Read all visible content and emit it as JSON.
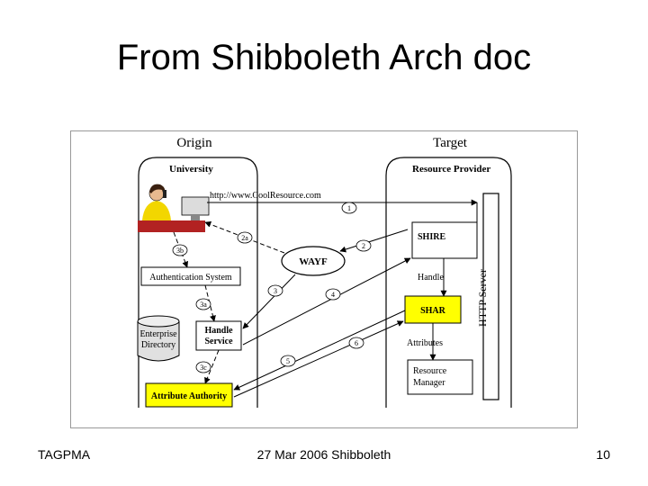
{
  "slide": {
    "title": "From Shibboleth Arch doc",
    "footer_left": "TAGPMA",
    "footer_center": "27 Mar 2006 Shibboleth",
    "footer_right": "10"
  },
  "diagram": {
    "origin_label": "Origin",
    "target_label": "Target",
    "university_label": "University",
    "resource_provider_label": "Resource Provider",
    "url_text": "http://www.CoolResource.com",
    "wayf_label": "WAYF",
    "auth_system_label": "Authentication System",
    "enterprise_directory_line1": "Enterprise",
    "enterprise_directory_line2": "Directory",
    "handle_service_line1": "Handle",
    "handle_service_line2": "Service",
    "attribute_authority_label": "Attribute Authority",
    "shire_label": "SHIRE",
    "handle_label": "Handle",
    "shar_label": "SHAR",
    "attributes_label": "Attributes",
    "resource_manager_line1": "Resource",
    "resource_manager_line2": "Manager",
    "http_server_label": "HTTP Server",
    "step_labels": [
      "1",
      "2",
      "2a",
      "3",
      "3a",
      "3b",
      "3c",
      "4",
      "5",
      "6"
    ],
    "colors": {
      "highlight": "#ffff00",
      "stroke": "#000000"
    }
  }
}
